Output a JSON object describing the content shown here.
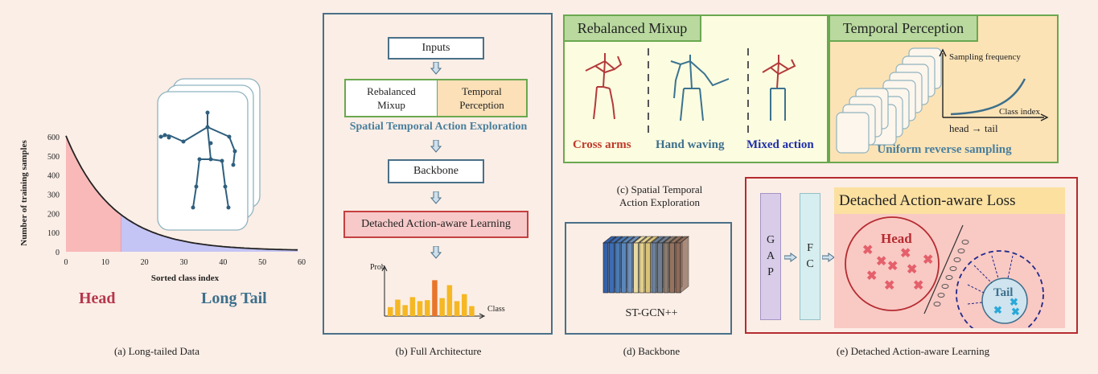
{
  "panel_a": {
    "caption": "(a) Long-tailed Data",
    "head_label": "Head",
    "tail_label": "Long Tail",
    "chart_data": {
      "type": "area",
      "xlabel": "Sorted class index",
      "ylabel": "Number of training samples",
      "xlim": [
        0,
        60
      ],
      "ylim": [
        0,
        600
      ],
      "x_ticks": [
        "0",
        "10",
        "20",
        "30",
        "40",
        "50",
        "60"
      ],
      "y_ticks": [
        "0",
        "100",
        "200",
        "300",
        "400",
        "500",
        "600"
      ],
      "x": [
        0,
        5,
        10,
        14,
        20,
        30,
        40,
        50,
        59
      ],
      "values": [
        600,
        397,
        262,
        189,
        116,
        51,
        23,
        10,
        7
      ],
      "head_region": [
        0,
        14
      ],
      "tail_region": [
        14,
        59
      ],
      "head_color": "#f9b9b9",
      "tail_color": "#c4c4f5"
    }
  },
  "panel_b": {
    "caption": "(b) Full Architecture",
    "inputs": "Inputs",
    "mixup_line1": "Rebalanced",
    "mixup_line2": "Mixup",
    "temporal_line1": "Temporal",
    "temporal_line2": "Perception",
    "exploration": "Spatial Temporal Action Exploration",
    "backbone": "Backbone",
    "detached": "Detached Action-aware Learning",
    "chart_data": {
      "type": "bar",
      "ylabel": "Prob",
      "xlabel": "Class",
      "values": [
        0.18,
        0.33,
        0.22,
        0.38,
        0.3,
        0.32,
        0.72,
        0.36,
        0.62,
        0.3,
        0.44,
        0.2
      ],
      "highlight_index": 6,
      "bar_color": "#f5b723",
      "highlight_color": "#e8752a"
    }
  },
  "panel_c": {
    "caption_line1": "(c) Spatial Temporal",
    "caption_line2": "Action Exploration",
    "mixup_title": "Rebalanced Mixup",
    "cross_arms": "Cross arms",
    "hand_waving": "Hand waving",
    "mixed_action": "Mixed action",
    "temporal_title": "Temporal Perception",
    "sampling_frequency": "Sampling  frequency",
    "class_index": "Class index",
    "head_tail": "head → tail",
    "uniform_reverse": "Uniform reverse sampling"
  },
  "panel_d": {
    "caption": "(d) Backbone",
    "label": "ST-GCN++"
  },
  "panel_e": {
    "caption": "(e) Detached Action-aware Learning",
    "gap": [
      "G",
      "A",
      "P"
    ],
    "fc": [
      "F",
      "C"
    ],
    "loss_title": "Detached Action-aware Loss",
    "head": "Head",
    "tail": "Tail"
  }
}
